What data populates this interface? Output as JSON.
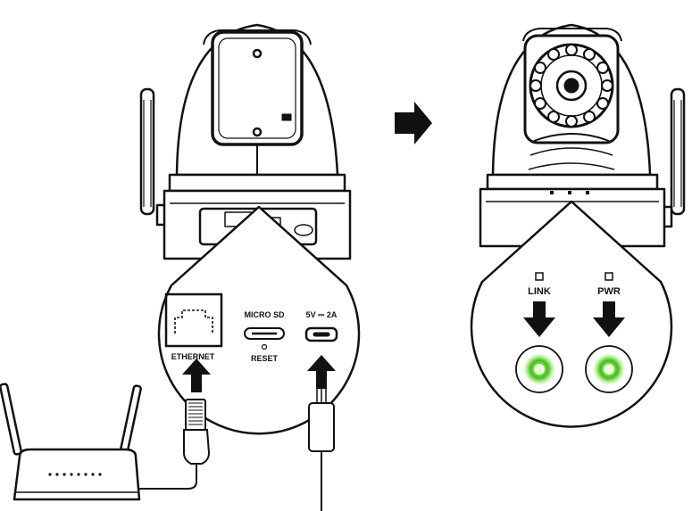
{
  "labels": {
    "ethernet": "ETHERNET",
    "micro_sd": "MICRO SD",
    "reset": "RESET",
    "power_spec": "5V ⎓ 2A",
    "link": "LINK",
    "pwr": "PWR"
  },
  "led_status": {
    "link": "on",
    "pwr": "on"
  },
  "colors": {
    "outline": "#111111",
    "led_glow": "#7fdc3c",
    "led_core": "#3fbf1f",
    "arrow": "#111111"
  }
}
